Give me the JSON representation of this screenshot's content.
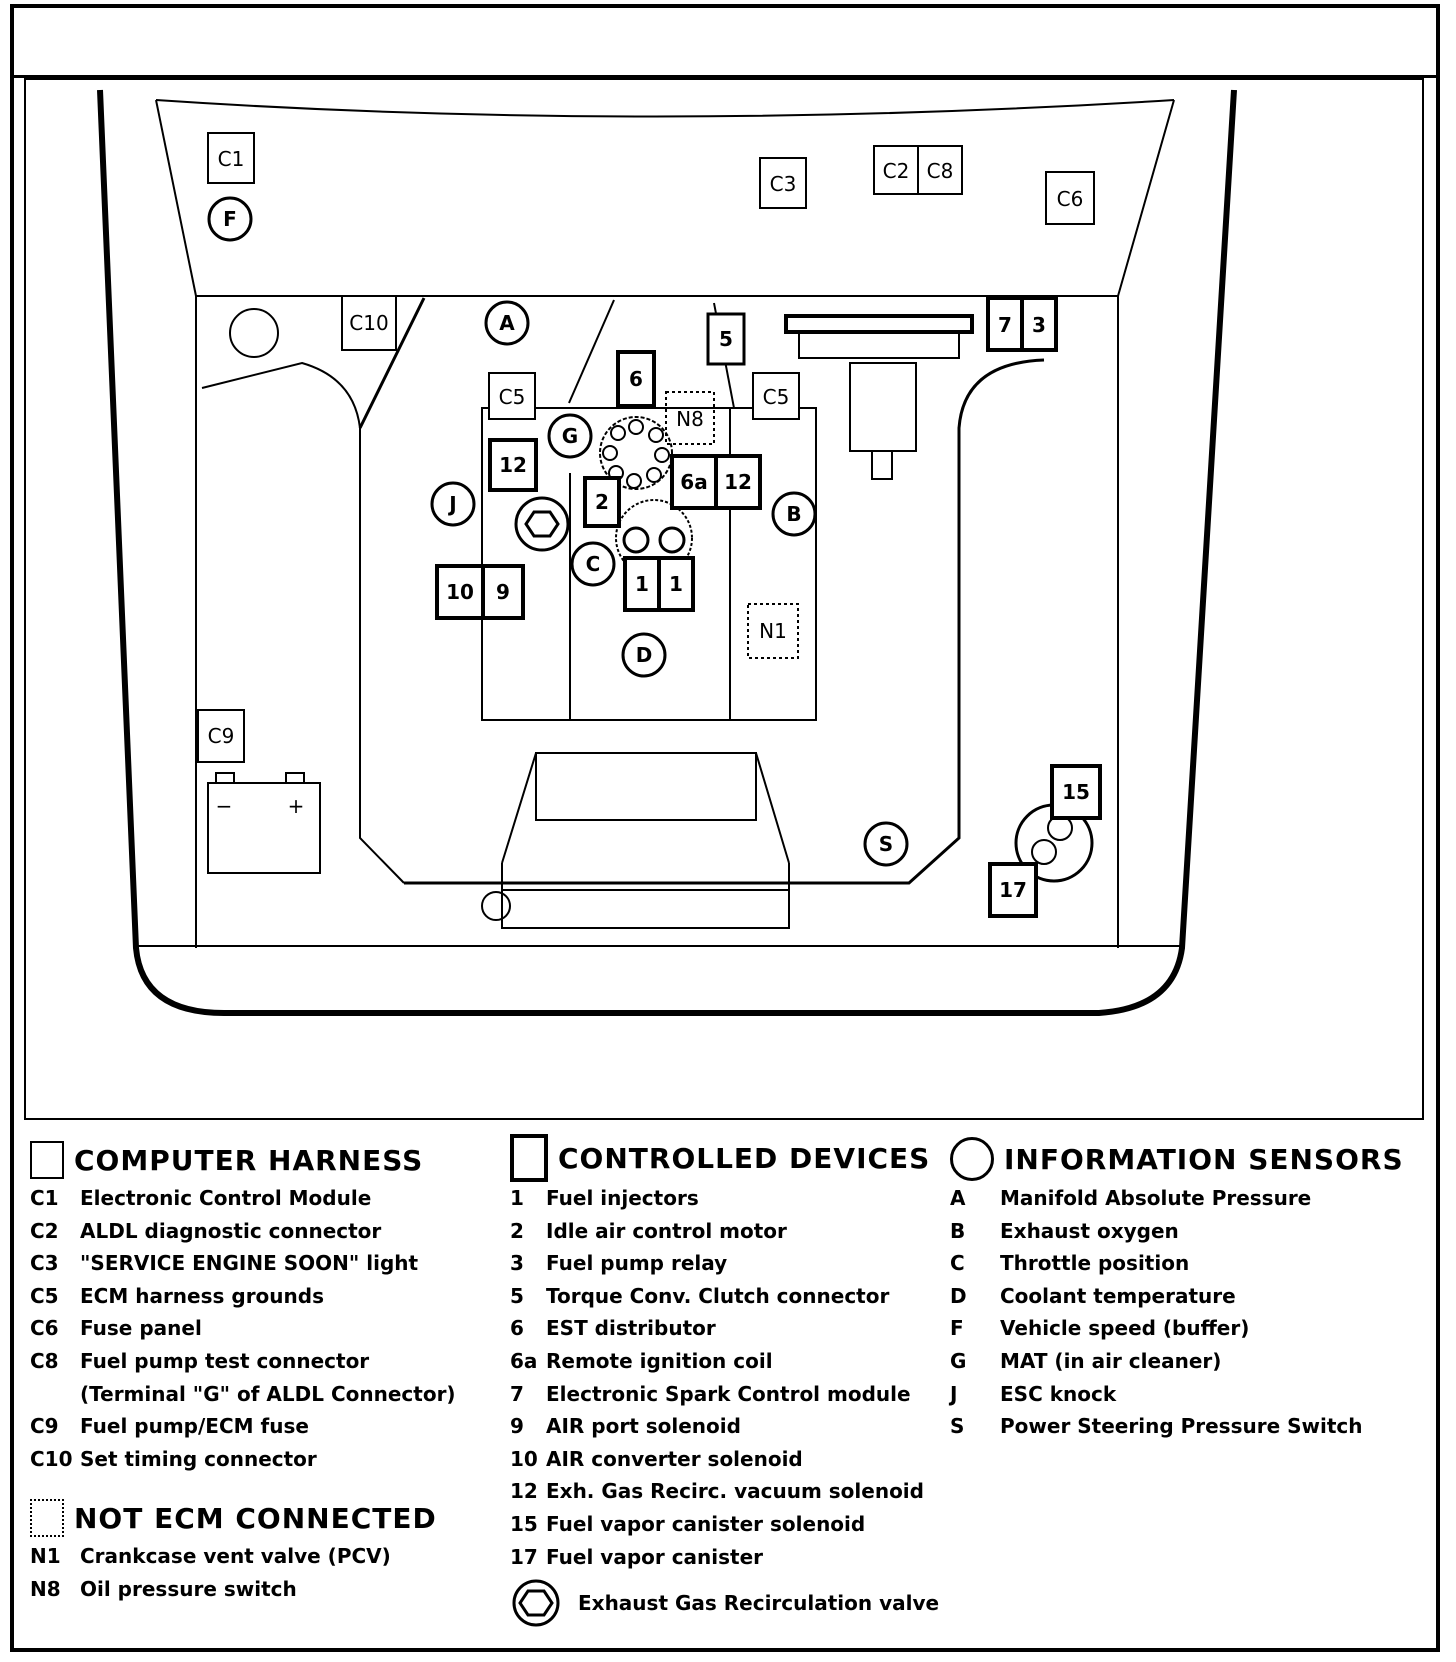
{
  "diagram": {
    "harness_labels": [
      "C1",
      "C2",
      "C3",
      "C5",
      "C6",
      "C8",
      "C9",
      "C10"
    ],
    "device_labels": [
      "1",
      "2",
      "3",
      "5",
      "6",
      "6a",
      "7",
      "9",
      "10",
      "12",
      "15",
      "17"
    ],
    "sensor_labels": [
      "A",
      "B",
      "C",
      "D",
      "F",
      "G",
      "J",
      "S"
    ],
    "not_connected_labels": [
      "N1",
      "N8"
    ],
    "battery_minus": "−",
    "battery_plus": "+"
  },
  "legend": {
    "computer_harness": {
      "title": "COMPUTER HARNESS",
      "items": [
        {
          "code": "C1",
          "text": "Electronic Control Module"
        },
        {
          "code": "C2",
          "text": "ALDL diagnostic connector"
        },
        {
          "code": "C3",
          "text": "\"SERVICE ENGINE SOON\" light"
        },
        {
          "code": "C5",
          "text": "ECM harness grounds"
        },
        {
          "code": "C6",
          "text": "Fuse panel"
        },
        {
          "code": "C8",
          "text": "Fuel pump test connector"
        },
        {
          "code": "",
          "text": "(Terminal \"G\" of ALDL Connector)"
        },
        {
          "code": "C9",
          "text": "Fuel pump/ECM fuse"
        },
        {
          "code": "C10",
          "text": "Set timing connector"
        }
      ]
    },
    "not_ecm_connected": {
      "title": "NOT ECM CONNECTED",
      "items": [
        {
          "code": "N1",
          "text": "Crankcase vent valve (PCV)"
        },
        {
          "code": "N8",
          "text": "Oil pressure switch"
        }
      ]
    },
    "controlled_devices": {
      "title": "CONTROLLED DEVICES",
      "items": [
        {
          "code": "1",
          "text": "Fuel injectors"
        },
        {
          "code": "2",
          "text": "Idle air control motor"
        },
        {
          "code": "3",
          "text": "Fuel pump relay"
        },
        {
          "code": "5",
          "text": "Torque Conv. Clutch connector"
        },
        {
          "code": "6",
          "text": "EST distributor"
        },
        {
          "code": "6a",
          "text": "Remote ignition coil"
        },
        {
          "code": "7",
          "text": "Electronic Spark Control module"
        },
        {
          "code": "9",
          "text": "AIR port solenoid"
        },
        {
          "code": "10",
          "text": "AIR converter solenoid"
        },
        {
          "code": "12",
          "text": "Exh. Gas Recirc. vacuum solenoid"
        },
        {
          "code": "15",
          "text": "Fuel vapor canister solenoid"
        },
        {
          "code": "17",
          "text": "Fuel vapor canister"
        }
      ],
      "egr_text": "Exhaust Gas Recirculation valve"
    },
    "information_sensors": {
      "title": "INFORMATION SENSORS",
      "items": [
        {
          "code": "A",
          "text": "Manifold Absolute Pressure"
        },
        {
          "code": "B",
          "text": "Exhaust oxygen"
        },
        {
          "code": "C",
          "text": "Throttle position"
        },
        {
          "code": "D",
          "text": "Coolant temperature"
        },
        {
          "code": "F",
          "text": "Vehicle speed (buffer)"
        },
        {
          "code": "G",
          "text": "MAT (in air cleaner)"
        },
        {
          "code": "J",
          "text": "ESC knock"
        },
        {
          "code": "S",
          "text": "Power Steering Pressure Switch"
        }
      ]
    }
  }
}
